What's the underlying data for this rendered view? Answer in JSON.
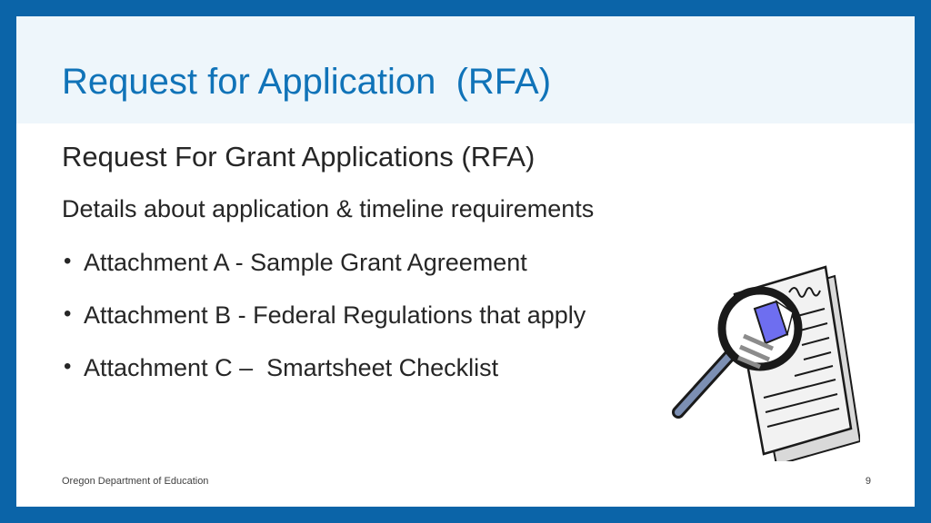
{
  "slide": {
    "title": "Request for Application  (RFA)",
    "subtitle": "Request For Grant Applications (RFA)",
    "details": "Details about application & timeline requirements",
    "bullets": [
      {
        "symbol": "•",
        "text": "Attachment A - Sample Grant Agreement"
      },
      {
        "symbol": "•",
        "text": "Attachment B - Federal Regulations that apply"
      },
      {
        "symbol": "•",
        "text": "Attachment C –  Smartsheet Checklist"
      }
    ],
    "illustration_icon": "magnifying-glass-document-icon",
    "footer_text": "Oregon Department of Education",
    "page_number": "9"
  },
  "colors": {
    "frame": "#0b64a8",
    "title_band": "#eef6fb",
    "title_text": "#1073b8",
    "body_text": "#262626"
  }
}
